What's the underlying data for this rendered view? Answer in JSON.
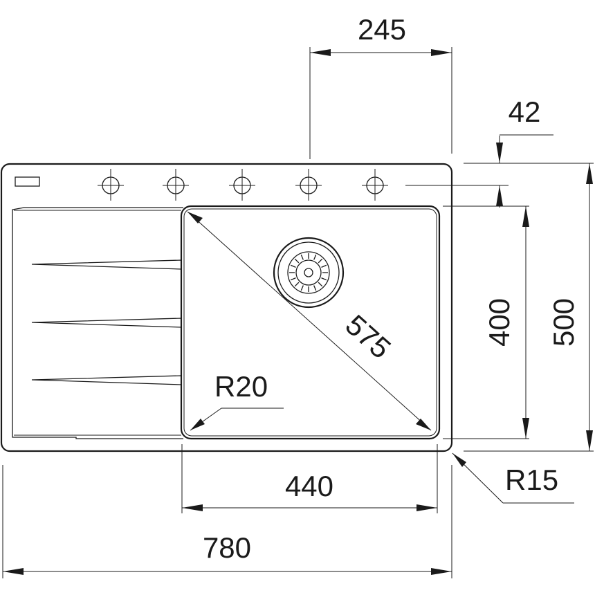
{
  "dimensions": {
    "tap_offset": "245",
    "tap_row_depth": "42",
    "bowl_diagonal": "575",
    "bowl_depth": "400",
    "total_depth": "500",
    "bowl_radius": "R20",
    "bowl_width": "440",
    "corner_radius": "R15",
    "total_width": "780"
  },
  "colors": {
    "line": "#1a1a1a",
    "background": "#ffffff"
  },
  "icons": {
    "tap_hole": "crosshair-circle-icon",
    "drain": "strainer-drain-icon",
    "arrowhead": "arrowhead-icon"
  }
}
